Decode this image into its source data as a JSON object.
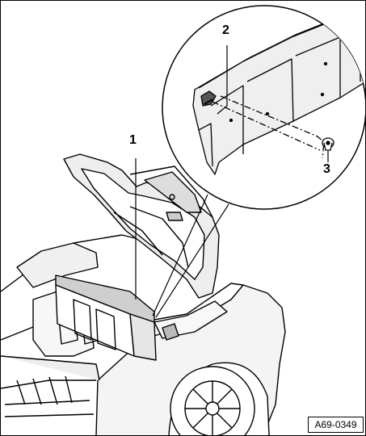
{
  "diagram": {
    "callouts": [
      {
        "label": "1"
      },
      {
        "label": "2"
      },
      {
        "label": "3"
      }
    ],
    "reference_code": "A69-0349"
  },
  "colors": {
    "line": "#000000",
    "background": "#ffffff",
    "shade": "#bdbdbd"
  }
}
